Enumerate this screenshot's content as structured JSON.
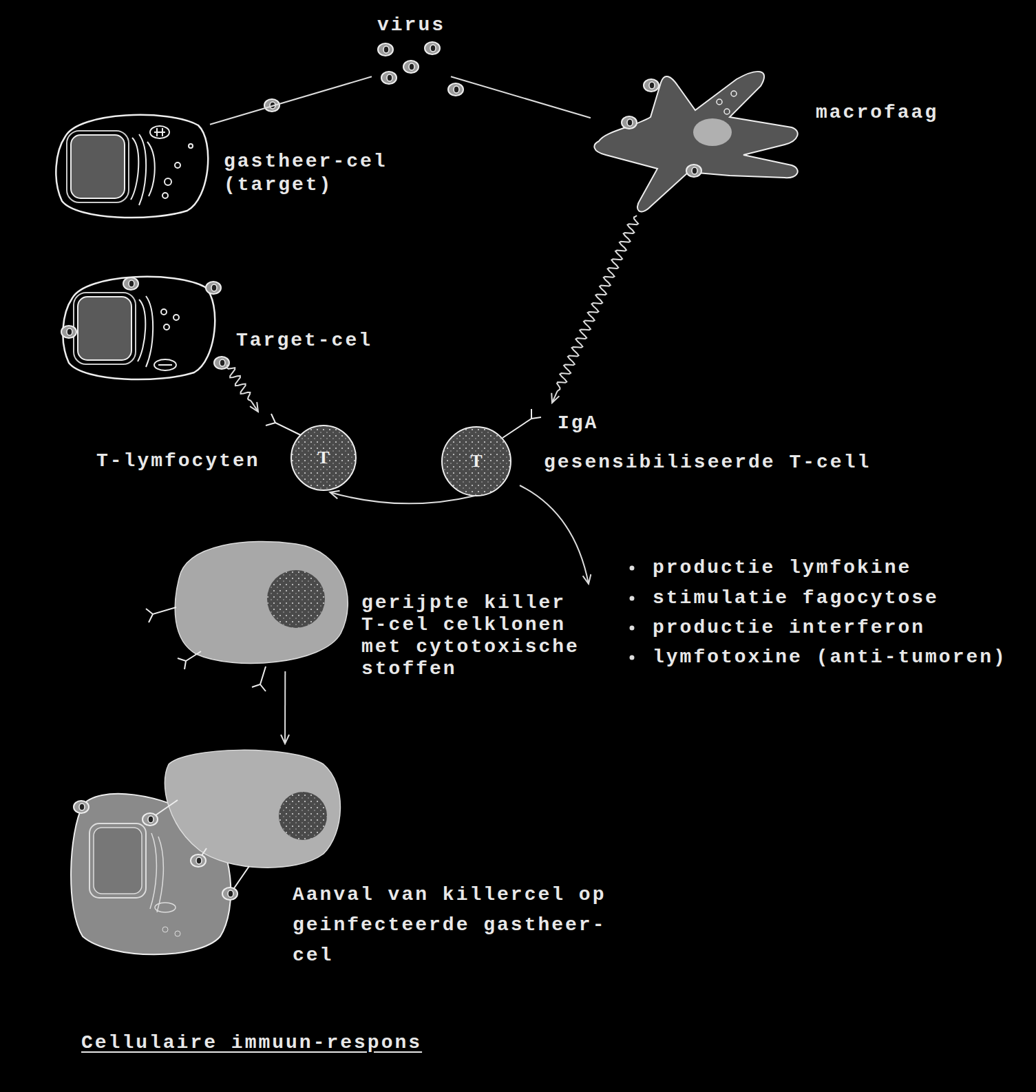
{
  "diagram": {
    "caption": "Cellulaire immuun-respons",
    "nodes": [
      {
        "text": [
          "virus"
        ]
      },
      {
        "text": [
          "gastheer-cel (target)"
        ]
      },
      {
        "text": [
          "macrofaag"
        ]
      },
      {
        "text": [
          "Target-cel"
        ]
      },
      {
        "text": [
          "T-lymfocyten",
          "T"
        ]
      },
      {
        "text": [
          "T",
          "gesensibiliseerde T-cell"
        ]
      },
      {
        "text": [
          "gerijpte killer T-cel celklonen met cytotoxische stoffen"
        ]
      },
      {
        "text": [
          "Aanval van killercel op geinfecteerde gastheer- cel"
        ]
      }
    ],
    "edges": [
      {
        "from": 0,
        "to": 1,
        "arrow": "none"
      },
      {
        "from": 0,
        "to": 2,
        "arrow": "none"
      },
      {
        "from": 2,
        "to": 5,
        "arrow": "to"
      },
      {
        "from": 3,
        "to": 4,
        "arrow": "to"
      },
      {
        "from": 5,
        "to": 4,
        "arrow": "to"
      },
      {
        "from": 6,
        "to": 7,
        "arrow": "to"
      }
    ],
    "labels": [
      "IgA",
      "productie lymfokine",
      "stimulatie fagocytose",
      "productie interferon",
      "lymfotoxine (anti-tumoren)"
    ]
  }
}
